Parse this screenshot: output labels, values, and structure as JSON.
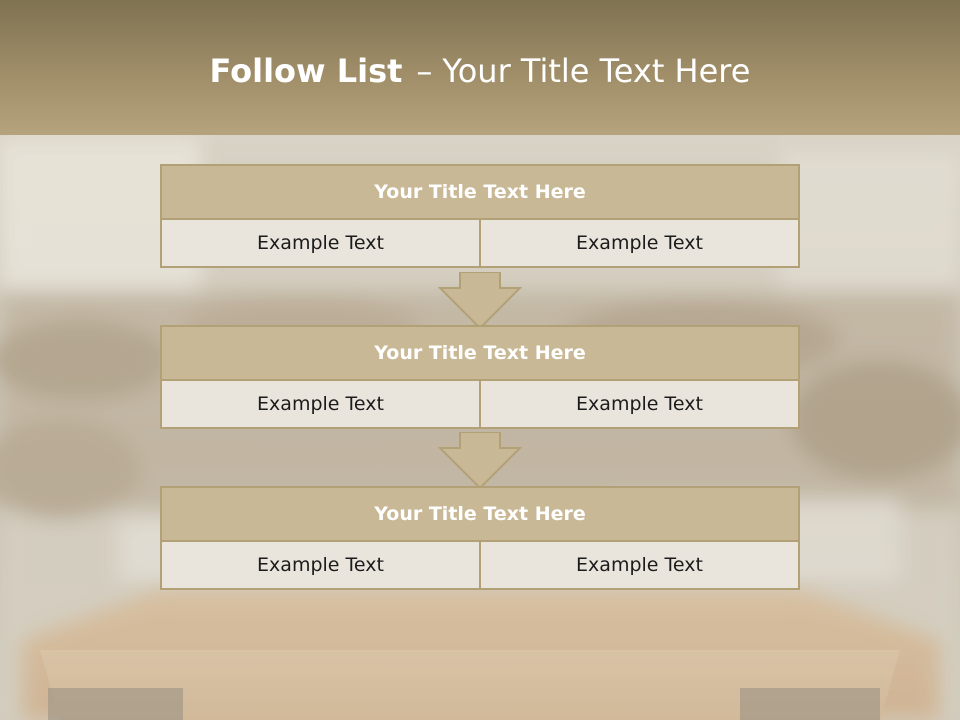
{
  "slide": {
    "title_bold": "Follow List",
    "title_dash": "–",
    "title_rest": "Your Title Text Here"
  },
  "steps": [
    {
      "title": "Your Title Text Here",
      "left": "Example Text",
      "right": "Example Text"
    },
    {
      "title": "Your Title Text Here",
      "left": "Example Text",
      "right": "Example Text"
    },
    {
      "title": "Your Title Text Here",
      "left": "Example Text",
      "right": "Example Text"
    }
  ],
  "colors": {
    "header_fill": "#c8b896",
    "border": "#b2a077",
    "cell_fill": "#eae5dc",
    "title_band": "#a08e69"
  },
  "icons": [
    "down-arrow-icon",
    "podium-image",
    "audience-background-image"
  ]
}
